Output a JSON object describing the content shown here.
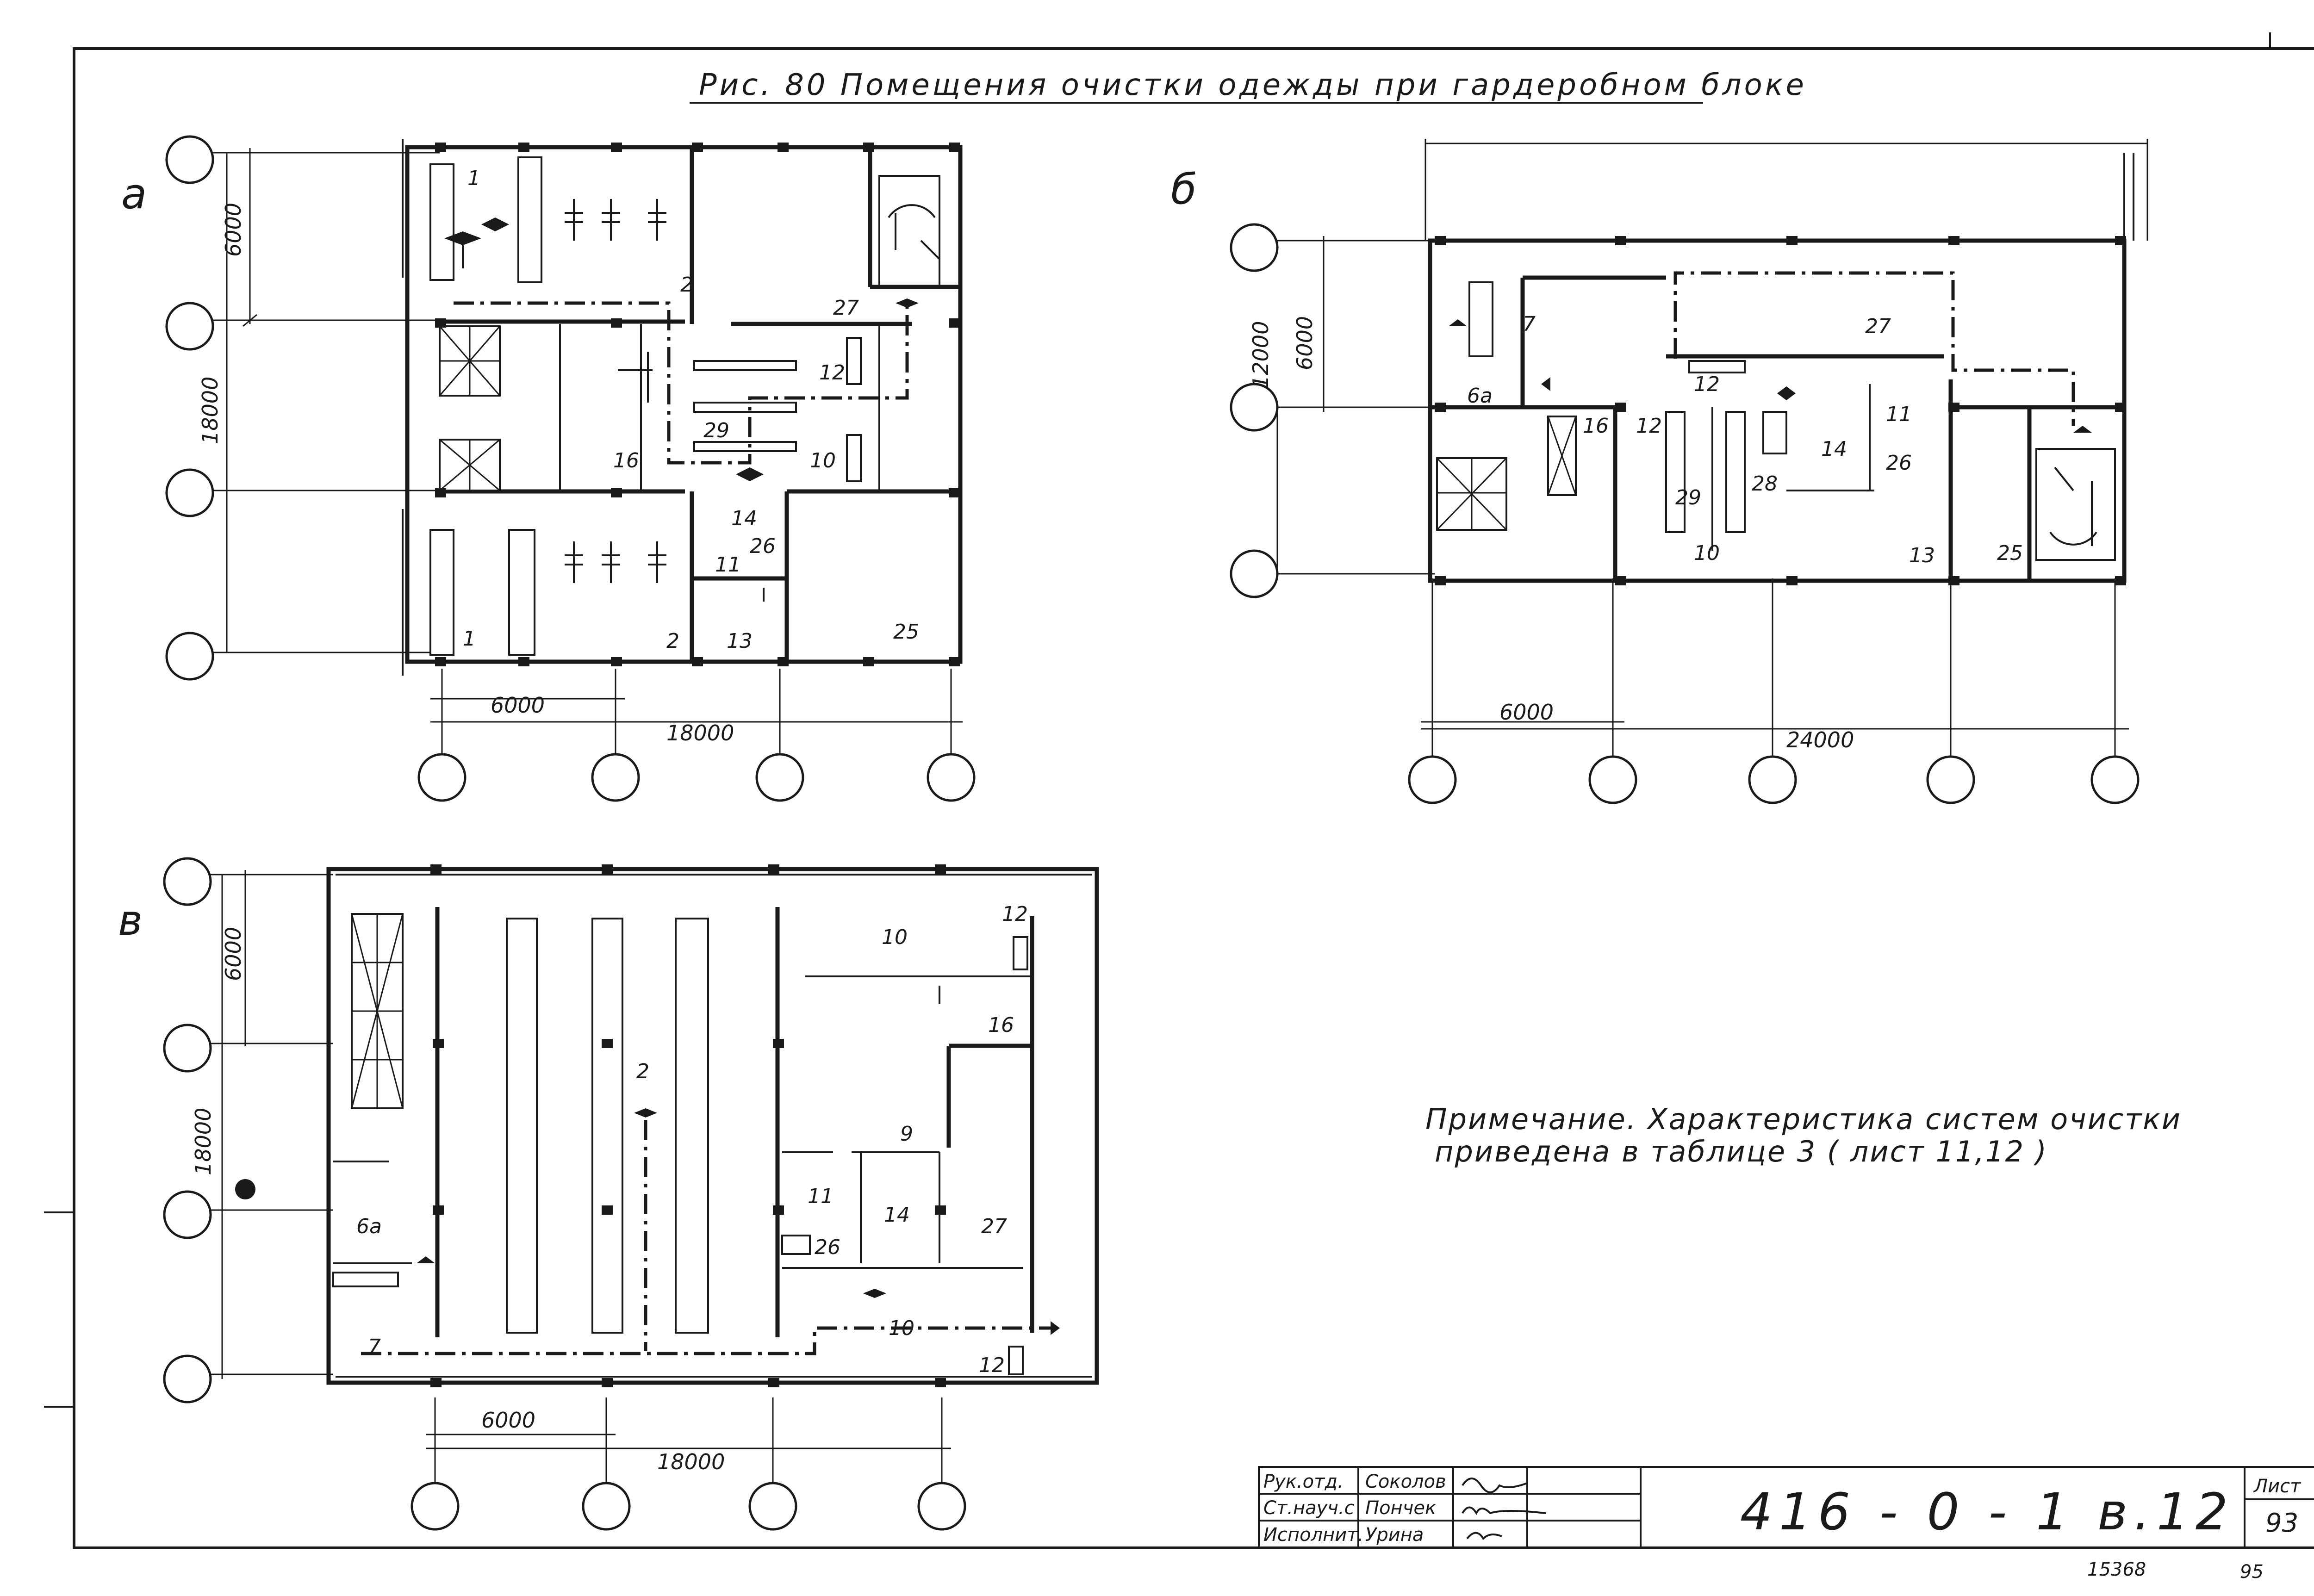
{
  "figure_title": "Рис. 80   Помещения очистки одежды при гардеробном блоке",
  "plans": {
    "a": {
      "tag": "а",
      "dims": {
        "top": "6000",
        "side_total": "18000",
        "bottom_span": "6000",
        "bottom_total": "18000"
      },
      "rooms": {
        "r1_top": "1",
        "r1_bottom": "1",
        "r2_top": "2",
        "r2_bottom": "2",
        "r27": "27",
        "r12": "12",
        "r29": "29",
        "r10": "10",
        "r16": "16",
        "r14": "14",
        "r26": "26",
        "r11": "11",
        "r13": "13",
        "r25": "25"
      }
    },
    "b": {
      "tag": "б",
      "dims": {
        "top": "6000",
        "side_total": "12000",
        "bottom_span": "6000",
        "bottom_total": "24000"
      },
      "rooms": {
        "r7": "7",
        "r27": "27",
        "r6a": "6а",
        "r12a": "12",
        "r16": "16",
        "r12b": "12",
        "r11": "11",
        "r14": "14",
        "r26": "26",
        "r28": "28",
        "r29": "29",
        "r10": "10",
        "r13": "13",
        "r25": "25"
      }
    },
    "v": {
      "tag": "в",
      "dims": {
        "top": "6000",
        "side_total": "18000",
        "bottom_span": "6000",
        "bottom_total": "18000"
      },
      "rooms": {
        "r10a": "10",
        "r12a": "12",
        "r16": "16",
        "r2": "2",
        "r9": "9",
        "r11": "11",
        "r14": "14",
        "r27": "27",
        "r6a": "6а",
        "r26": "26",
        "r10b": "10",
        "r7": "7",
        "r12b": "12"
      }
    }
  },
  "note": {
    "line1": "Примечание.  Характеристика систем очистки",
    "line2": "приведена в таблице 3 ( лист 11,12 )"
  },
  "title_block": {
    "rows": [
      {
        "role": "Рук.отд.",
        "name": "Соколов"
      },
      {
        "role": "Ст.науч.с",
        "name": "Пончек"
      },
      {
        "role": "Исполнит.",
        "name": "Урина"
      }
    ],
    "code": "416 - 0 - 1   в.12",
    "sheet_label": "Лист",
    "sheet_number": "93"
  },
  "margin_numbers": {
    "archive": "15368",
    "page": "95"
  }
}
